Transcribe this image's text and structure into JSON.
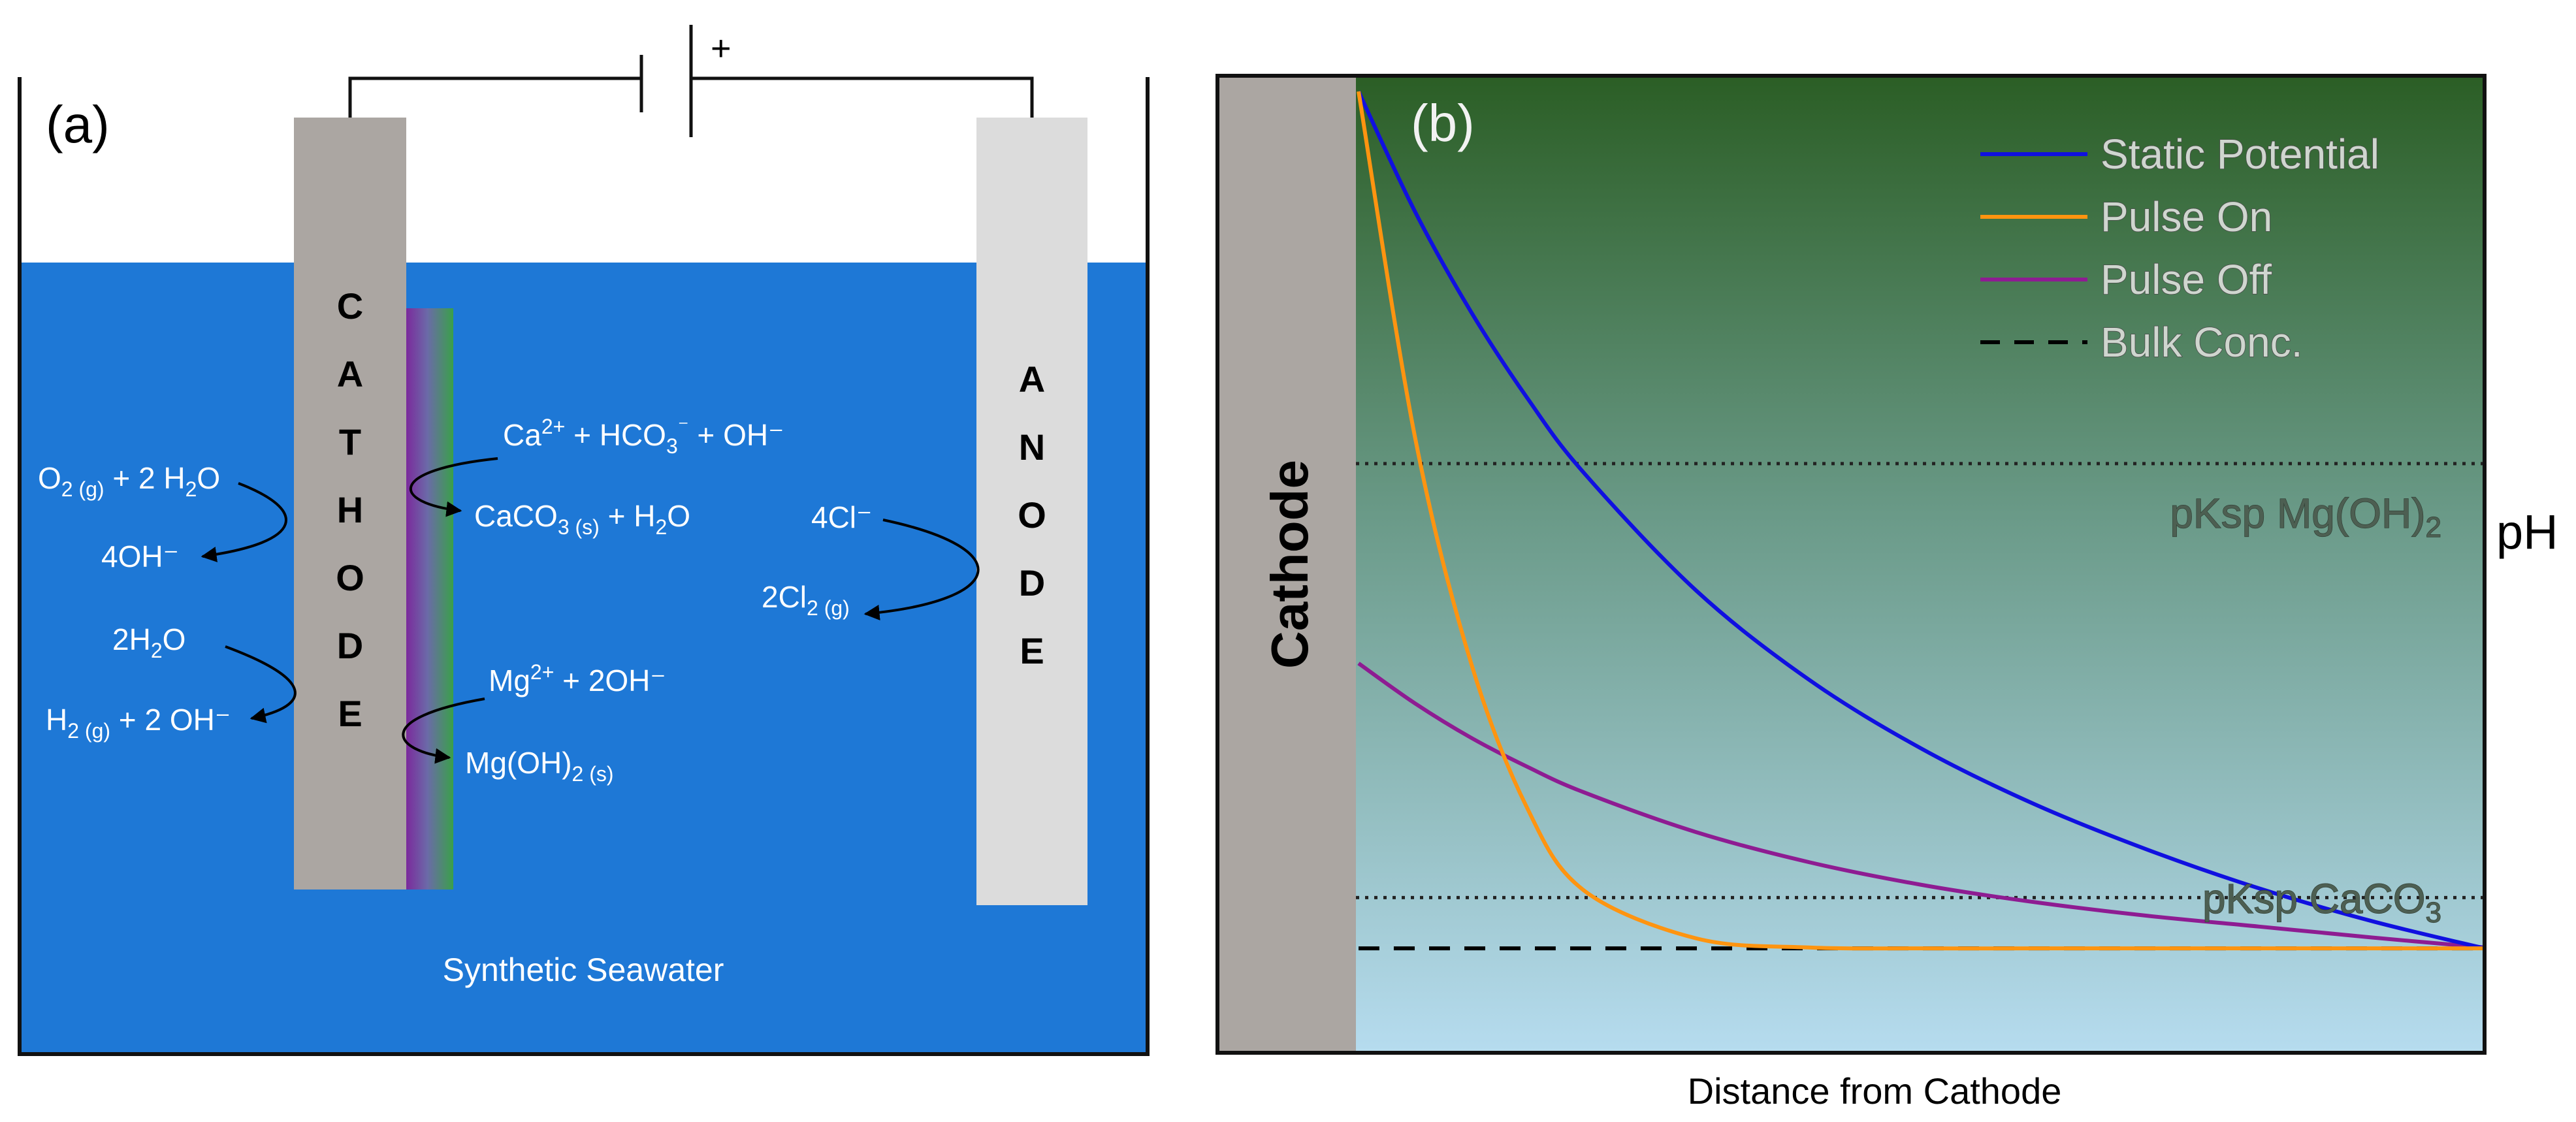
{
  "panel_a": {
    "label": "(a)",
    "polarity": "+",
    "cathode_letters": [
      "C",
      "A",
      "T",
      "H",
      "O",
      "D",
      "E"
    ],
    "anode_letters": [
      "A",
      "N",
      "O",
      "D",
      "E"
    ],
    "medium": "Synthetic Seawater",
    "reactions": {
      "o2_reactant": [
        "O",
        "2 (g)",
        " + 2 H",
        "2",
        "O"
      ],
      "o2_product": "4OH⁻",
      "h2o_reactant": [
        "2H",
        "2",
        "O"
      ],
      "h2_product": [
        "H",
        "2 (g)",
        " + 2 OH⁻"
      ],
      "ca_reactant": [
        "Ca",
        "2+",
        " + HCO",
        "3",
        "⁻",
        "  + OH⁻"
      ],
      "caco3_product": [
        "CaCO",
        "3 (s)",
        "  + H",
        "2",
        "O"
      ],
      "mg_reactant": [
        "Mg",
        "2+",
        " + 2OH⁻"
      ],
      "mgoh_product": [
        "Mg(OH)",
        "2 (s)"
      ],
      "cl_reactant": "4Cl⁻",
      "cl_product": [
        "2Cl",
        "2 (g)"
      ]
    },
    "colors": {
      "water": "#1e78d6",
      "cathode": "#aba6a2",
      "anode": "#dcdcdc"
    }
  },
  "panel_b": {
    "label": "(b)",
    "electrode_label": "Cathode",
    "right_axis_label": "pH",
    "x_axis_label": "Distance from Cathode",
    "ksp_mg_label": [
      "pKsp Mg(OH)",
      "2"
    ],
    "ksp_ca_label": [
      "pKsp CaCO",
      "3"
    ],
    "legend": [
      {
        "label": "Static Potential",
        "color": "#1010e0",
        "style": "solid"
      },
      {
        "label": "Pulse On",
        "color": "#ff9410",
        "style": "solid"
      },
      {
        "label": "Pulse Off",
        "color": "#8e1c92",
        "style": "solid"
      },
      {
        "label": "Bulk Conc.",
        "color": "#000000",
        "style": "dashed"
      }
    ]
  },
  "chart_data": {
    "type": "line",
    "title": "",
    "xlabel": "Distance from Cathode",
    "ylabel": "pH",
    "xlim": [
      0,
      1
    ],
    "ylim": [
      0,
      1
    ],
    "x": [
      0,
      0.05,
      0.1,
      0.15,
      0.2,
      0.3,
      0.4,
      0.5,
      0.6,
      0.7,
      0.8,
      0.9,
      1.0
    ],
    "series": [
      {
        "name": "Static Potential",
        "values": [
          1.0,
          0.868,
          0.757,
          0.662,
          0.58,
          0.45,
          0.352,
          0.276,
          0.215,
          0.165,
          0.122,
          0.086,
          0.056
        ]
      },
      {
        "name": "Pulse On",
        "values": [
          1.0,
          0.62,
          0.37,
          0.21,
          0.12,
          0.067,
          0.057,
          0.056,
          0.056,
          0.056,
          0.056,
          0.056,
          0.056
        ]
      },
      {
        "name": "Pulse Off",
        "values": [
          0.37,
          0.326,
          0.288,
          0.256,
          0.228,
          0.184,
          0.151,
          0.126,
          0.107,
          0.092,
          0.08,
          0.068,
          0.057
        ]
      },
      {
        "name": "Bulk Conc.",
        "values": [
          0.056,
          0.056,
          0.056,
          0.056,
          0.056,
          0.056,
          0.056,
          0.056,
          0.056,
          0.056,
          0.056,
          0.056,
          0.056
        ]
      }
    ],
    "reference_lines": [
      {
        "name": "pKsp Mg(OH)2",
        "value": 0.59
      },
      {
        "name": "pKsp CaCO3",
        "value": 0.112
      }
    ],
    "background": "gradient dark green (top) to light blue (bottom)",
    "legend_position": "top-right",
    "grid": false
  }
}
